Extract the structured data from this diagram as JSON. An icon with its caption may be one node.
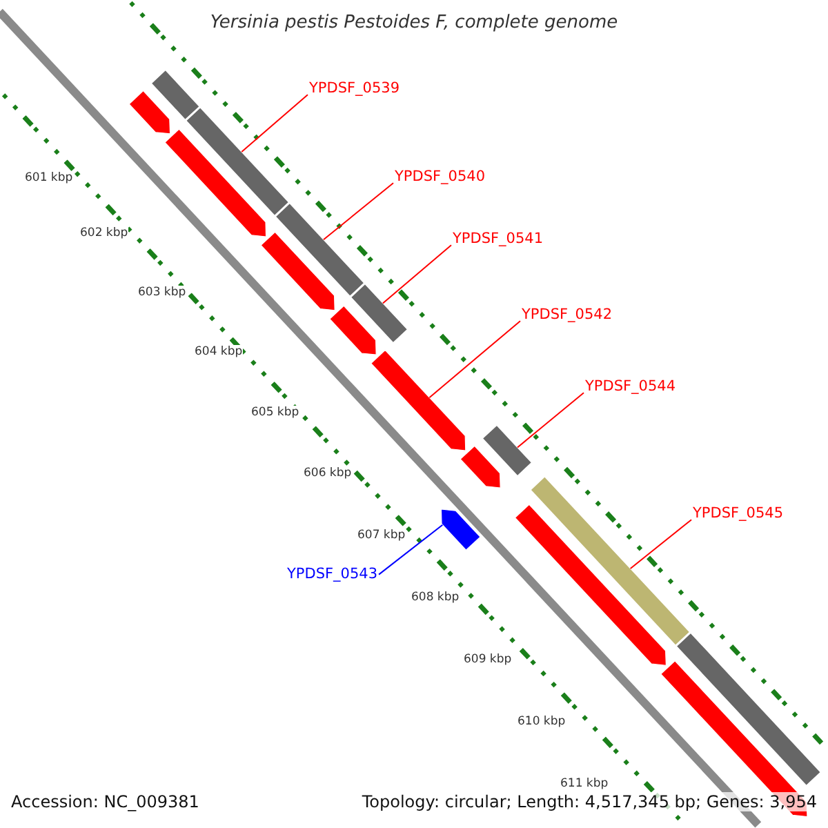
{
  "diagram": {
    "title": "Yersinia pestis Pestoides F, complete genome",
    "nodes": [
      {
        "text": [
          "YPDSF_0539"
        ]
      },
      {
        "text": [],
        "shape": "bar"
      },
      {
        "text": [
          "YPDSF_0540"
        ]
      },
      {
        "text": [],
        "shape": "bar"
      },
      {
        "text": [
          "YPDSF_0541"
        ]
      },
      {
        "text": [],
        "shape": "bar"
      },
      {
        "text": [
          "YPDSF_0542"
        ]
      },
      {
        "text": [],
        "shape": "arrow"
      },
      {
        "text": [
          "YPDSF_0544"
        ]
      },
      {
        "text": [],
        "shape": "bar"
      },
      {
        "text": [
          "YPDSF_0545"
        ]
      },
      {
        "text": [],
        "shape": "bar"
      },
      {
        "text": [
          "YPDSF_0543"
        ]
      },
      {
        "text": [],
        "shape": "arrow"
      },
      {
        "text": [],
        "shape": "bar"
      },
      {
        "text": [],
        "shape": "bar"
      },
      {
        "text": [],
        "shape": "arrow"
      },
      {
        "text": [],
        "shape": "arrow"
      },
      {
        "text": [],
        "shape": "arrow"
      },
      {
        "text": [],
        "shape": "arrow"
      },
      {
        "text": [],
        "shape": "arrow"
      },
      {
        "text": [],
        "shape": "arrow"
      },
      {
        "text": [],
        "shape": "arrow"
      }
    ],
    "edges": [
      {
        "from": 0,
        "to": 1,
        "arrow": "none"
      },
      {
        "from": 2,
        "to": 3,
        "arrow": "none"
      },
      {
        "from": 4,
        "to": 5,
        "arrow": "none"
      },
      {
        "from": 6,
        "to": 7,
        "arrow": "none"
      },
      {
        "from": 8,
        "to": 9,
        "arrow": "none"
      },
      {
        "from": 10,
        "to": 11,
        "arrow": "none"
      },
      {
        "from": 12,
        "to": 13,
        "arrow": "none",
        "color": "#0000ff"
      }
    ],
    "labels": [
      "601 kbp",
      "602 kbp",
      "603 kbp",
      "604 kbp",
      "605 kbp",
      "606 kbp",
      "607 kbp",
      "608 kbp",
      "609 kbp",
      "610 kbp",
      "611 kbp",
      "Accession: NC_009381",
      "Topology: circular; Length: 4,517,345 bp; Genes: 3,954"
    ]
  }
}
